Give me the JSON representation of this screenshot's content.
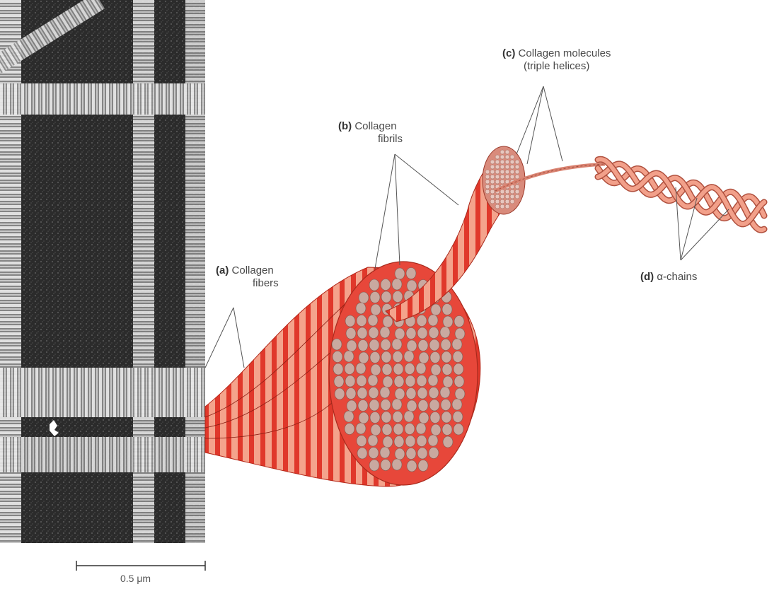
{
  "micrograph": {
    "scale_bar_label": "0.5 μm"
  },
  "labels": {
    "a": {
      "tag": "(a)",
      "line1": "Collagen",
      "line2": "fibers"
    },
    "b": {
      "tag": "(b)",
      "line1": "Collagen",
      "line2": "fibrils"
    },
    "c": {
      "tag": "(c)",
      "line1": "Collagen molecules",
      "line2": "(triple helices)"
    },
    "d": {
      "tag": "(d)",
      "line1": "α-chains"
    }
  },
  "colors": {
    "fiber_dark_red": "#e0382b",
    "fiber_light_red": "#f4a38c",
    "fibril_gray": "#c9a9a0",
    "helix_pink": "#f2a08a",
    "micrograph_bg": "#2a2a2a"
  }
}
